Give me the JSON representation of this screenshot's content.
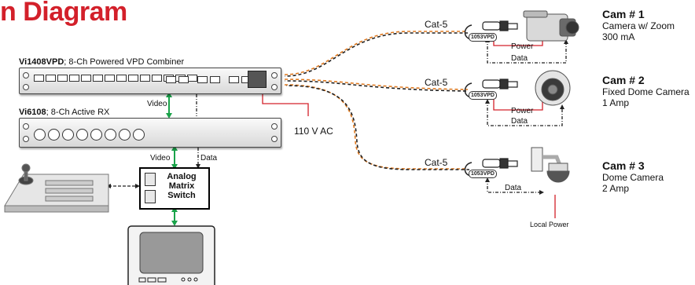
{
  "title": "n Diagram",
  "combiner": {
    "model": "Vi1408VPD",
    "desc": "; 8-Ch Powered VPD Combiner"
  },
  "receiver": {
    "model": "Vi6108",
    "desc": "; 8-Ch Active RX"
  },
  "ac_label": "110 V AC",
  "video_label": "Video",
  "data_label": "Data",
  "power_label": "Power",
  "cable_label": "Cat-5",
  "balun_tag": "1053VPD",
  "local_power": "Local Power",
  "switch": {
    "line1": "Analog",
    "line2": "Matrix",
    "line3": "Switch"
  },
  "cameras": [
    {
      "name": "Cam # 1",
      "type": "Camera w/ Zoom",
      "current": "300 mA"
    },
    {
      "name": "Cam # 2",
      "type": "Fixed Dome Camera",
      "current": "1 Amp"
    },
    {
      "name": "Cam # 3",
      "type": "Dome Camera",
      "current": "2 Amp"
    }
  ],
  "colors": {
    "title": "#d3202a",
    "video_line": "#1aa34a",
    "power_line": "#d3202a",
    "cable_orange": "#e07a20"
  }
}
